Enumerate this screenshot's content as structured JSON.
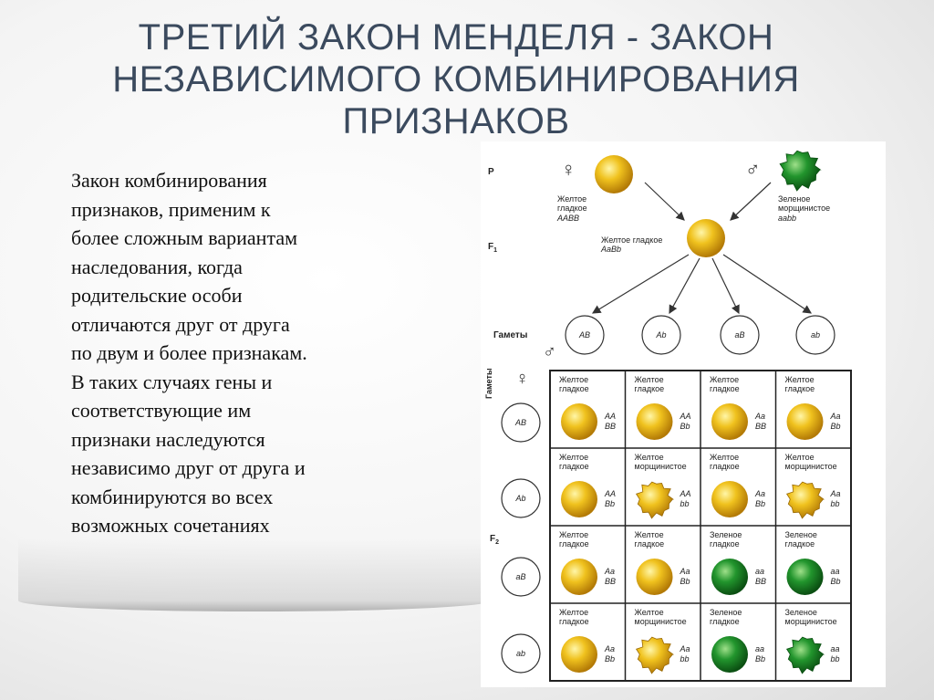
{
  "slide": {
    "title_lines": [
      "ТРЕТИЙ ЗАКОН МЕНДЕЛЯ - ЗАКОН",
      "НЕЗАВИСИМОГО КОМБИНИРОВАНИЯ",
      "ПРИЗНАКОВ"
    ],
    "body_lines": [
      "Закон комбинирования",
      "признаков, применим к",
      "более сложным вариантам",
      "наследования, когда",
      "родительские особи",
      "отличаются друг от друга",
      "по двум и более признакам.",
      "В таких случаях гены и",
      "соответствующие им",
      "признаки наследуются",
      "независимо друг от друга и",
      "комбинируются во всех",
      "возможных сочетаниях"
    ]
  },
  "diagram": {
    "labels": {
      "p": "P",
      "f1": "F",
      "f1_sub": "1",
      "f2": "F",
      "f2_sub": "2",
      "gametes_top": "Гаметы",
      "gametes_side": "Гаметы",
      "female_symbol": "♀",
      "male_symbol": "♂"
    },
    "parent_female": {
      "phenotype_lines": [
        "Желтое",
        "гладкое"
      ],
      "genotype": "AABB"
    },
    "parent_male": {
      "phenotype_lines": [
        "Зеленое",
        "морщинистое"
      ],
      "genotype": "aabb"
    },
    "f1": {
      "phenotype": "Желтое гладкое",
      "genotype": "AaBb"
    },
    "gametes": [
      "AB",
      "Ab",
      "aB",
      "ab"
    ],
    "colors": {
      "yellow": "#e7b81c",
      "green": "#1f8a2a",
      "grid": "#222222"
    },
    "grid": [
      [
        {
          "l1": "Желтое",
          "l2": "гладкое",
          "g1": "AA",
          "g2": "BB",
          "color": "yellow",
          "shape": "smooth"
        },
        {
          "l1": "Желтое",
          "l2": "гладкое",
          "g1": "AA",
          "g2": "Bb",
          "color": "yellow",
          "shape": "smooth"
        },
        {
          "l1": "Желтое",
          "l2": "гладкое",
          "g1": "Aa",
          "g2": "BB",
          "color": "yellow",
          "shape": "smooth"
        },
        {
          "l1": "Желтое",
          "l2": "гладкое",
          "g1": "Aa",
          "g2": "Bb",
          "color": "yellow",
          "shape": "smooth"
        }
      ],
      [
        {
          "l1": "Желтое",
          "l2": "гладкое",
          "g1": "AA",
          "g2": "Bb",
          "color": "yellow",
          "shape": "smooth"
        },
        {
          "l1": "Желтое",
          "l2": "морщинистое",
          "g1": "AA",
          "g2": "bb",
          "color": "yellow",
          "shape": "wrinkled"
        },
        {
          "l1": "Желтое",
          "l2": "гладкое",
          "g1": "Aa",
          "g2": "Bb",
          "color": "yellow",
          "shape": "smooth"
        },
        {
          "l1": "Желтое",
          "l2": "морщинистое",
          "g1": "Aa",
          "g2": "bb",
          "color": "yellow",
          "shape": "wrinkled"
        }
      ],
      [
        {
          "l1": "Желтое",
          "l2": "гладкое",
          "g1": "Aa",
          "g2": "BB",
          "color": "yellow",
          "shape": "smooth"
        },
        {
          "l1": "Желтое",
          "l2": "гладкое",
          "g1": "Aa",
          "g2": "Bb",
          "color": "yellow",
          "shape": "smooth"
        },
        {
          "l1": "Зеленое",
          "l2": "гладкое",
          "g1": "aa",
          "g2": "BB",
          "color": "green",
          "shape": "smooth"
        },
        {
          "l1": "Зеленое",
          "l2": "гладкое",
          "g1": "aa",
          "g2": "Bb",
          "color": "green",
          "shape": "smooth"
        }
      ],
      [
        {
          "l1": "Желтое",
          "l2": "гладкое",
          "g1": "Aa",
          "g2": "Bb",
          "color": "yellow",
          "shape": "smooth"
        },
        {
          "l1": "Желтое",
          "l2": "морщинистое",
          "g1": "Aa",
          "g2": "bb",
          "color": "yellow",
          "shape": "wrinkled"
        },
        {
          "l1": "Зеленое",
          "l2": "гладкое",
          "g1": "aa",
          "g2": "Bb",
          "color": "green",
          "shape": "smooth"
        },
        {
          "l1": "Зеленое",
          "l2": "морщинистое",
          "g1": "aa",
          "g2": "bb",
          "color": "green",
          "shape": "wrinkled"
        }
      ]
    ]
  }
}
